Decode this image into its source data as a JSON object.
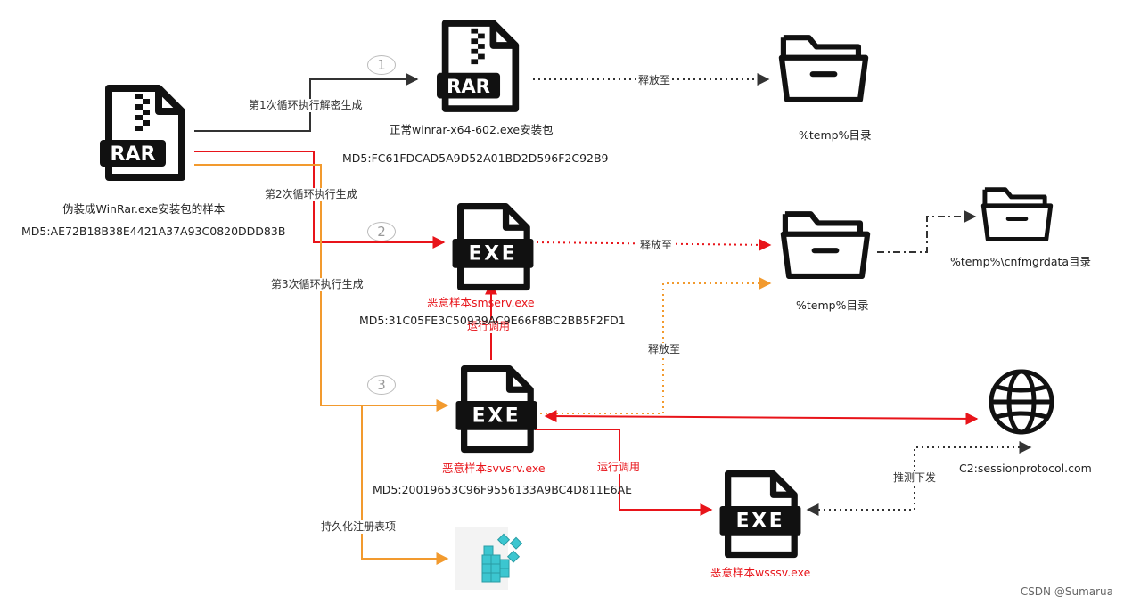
{
  "nodes": {
    "sample": {
      "icon": "rar-file-icon",
      "badge": "RAR",
      "name": "伪装成WinRar.exe安装包的样本",
      "md5": "MD5:AE72B18B38E4421A37A93C0820DDD83B"
    },
    "winrar": {
      "icon": "rar-file-icon",
      "badge": "RAR",
      "name": "正常winrar-x64-602.exe安装包",
      "md5": "MD5:FC61FDCAD5A9D52A01BD2D596F2C92B9"
    },
    "temp1": {
      "icon": "folder-icon",
      "name": "%temp%目录"
    },
    "smserv": {
      "icon": "exe-file-icon",
      "badge": "EXE",
      "name": "恶意样本smserv.exe",
      "md5": "MD5:31C05FE3C50939AC9E66F8BC2BB5F2FD1"
    },
    "temp2": {
      "icon": "folder-icon",
      "name": "%temp%目录"
    },
    "cnfmgr": {
      "icon": "folder-icon",
      "name": "%temp%\\cnfmgrdata目录"
    },
    "svvsrv": {
      "icon": "exe-file-icon",
      "badge": "EXE",
      "name": "恶意样本svvsrv.exe",
      "md5": "MD5:20019653C96F9556133A9BC4D811E6AE"
    },
    "c2": {
      "icon": "globe-icon",
      "name": "C2:sessionprotocol.com"
    },
    "wsssv": {
      "icon": "exe-file-icon",
      "badge": "EXE",
      "name": "恶意样本wsssv.exe"
    },
    "registry": {
      "icon": "registry-icon"
    }
  },
  "edges": {
    "loop1": "第1次循环执行解密生成",
    "loop2": "第2次循环执行生成",
    "loop3": "第3次循环执行生成",
    "release1": "释放至",
    "release2": "释放至",
    "release3": "释放至",
    "run1": "运行调用",
    "run2": "运行调用",
    "push": "推测下发",
    "persist": "持久化注册表项"
  },
  "steps": [
    "1",
    "2",
    "3"
  ],
  "colors": {
    "black": "#333333",
    "red": "#e8141a",
    "orange": "#f29a2e",
    "icon": "#111111",
    "registry": "#3cc6d0"
  },
  "watermark": "CSDN @Sumarua"
}
